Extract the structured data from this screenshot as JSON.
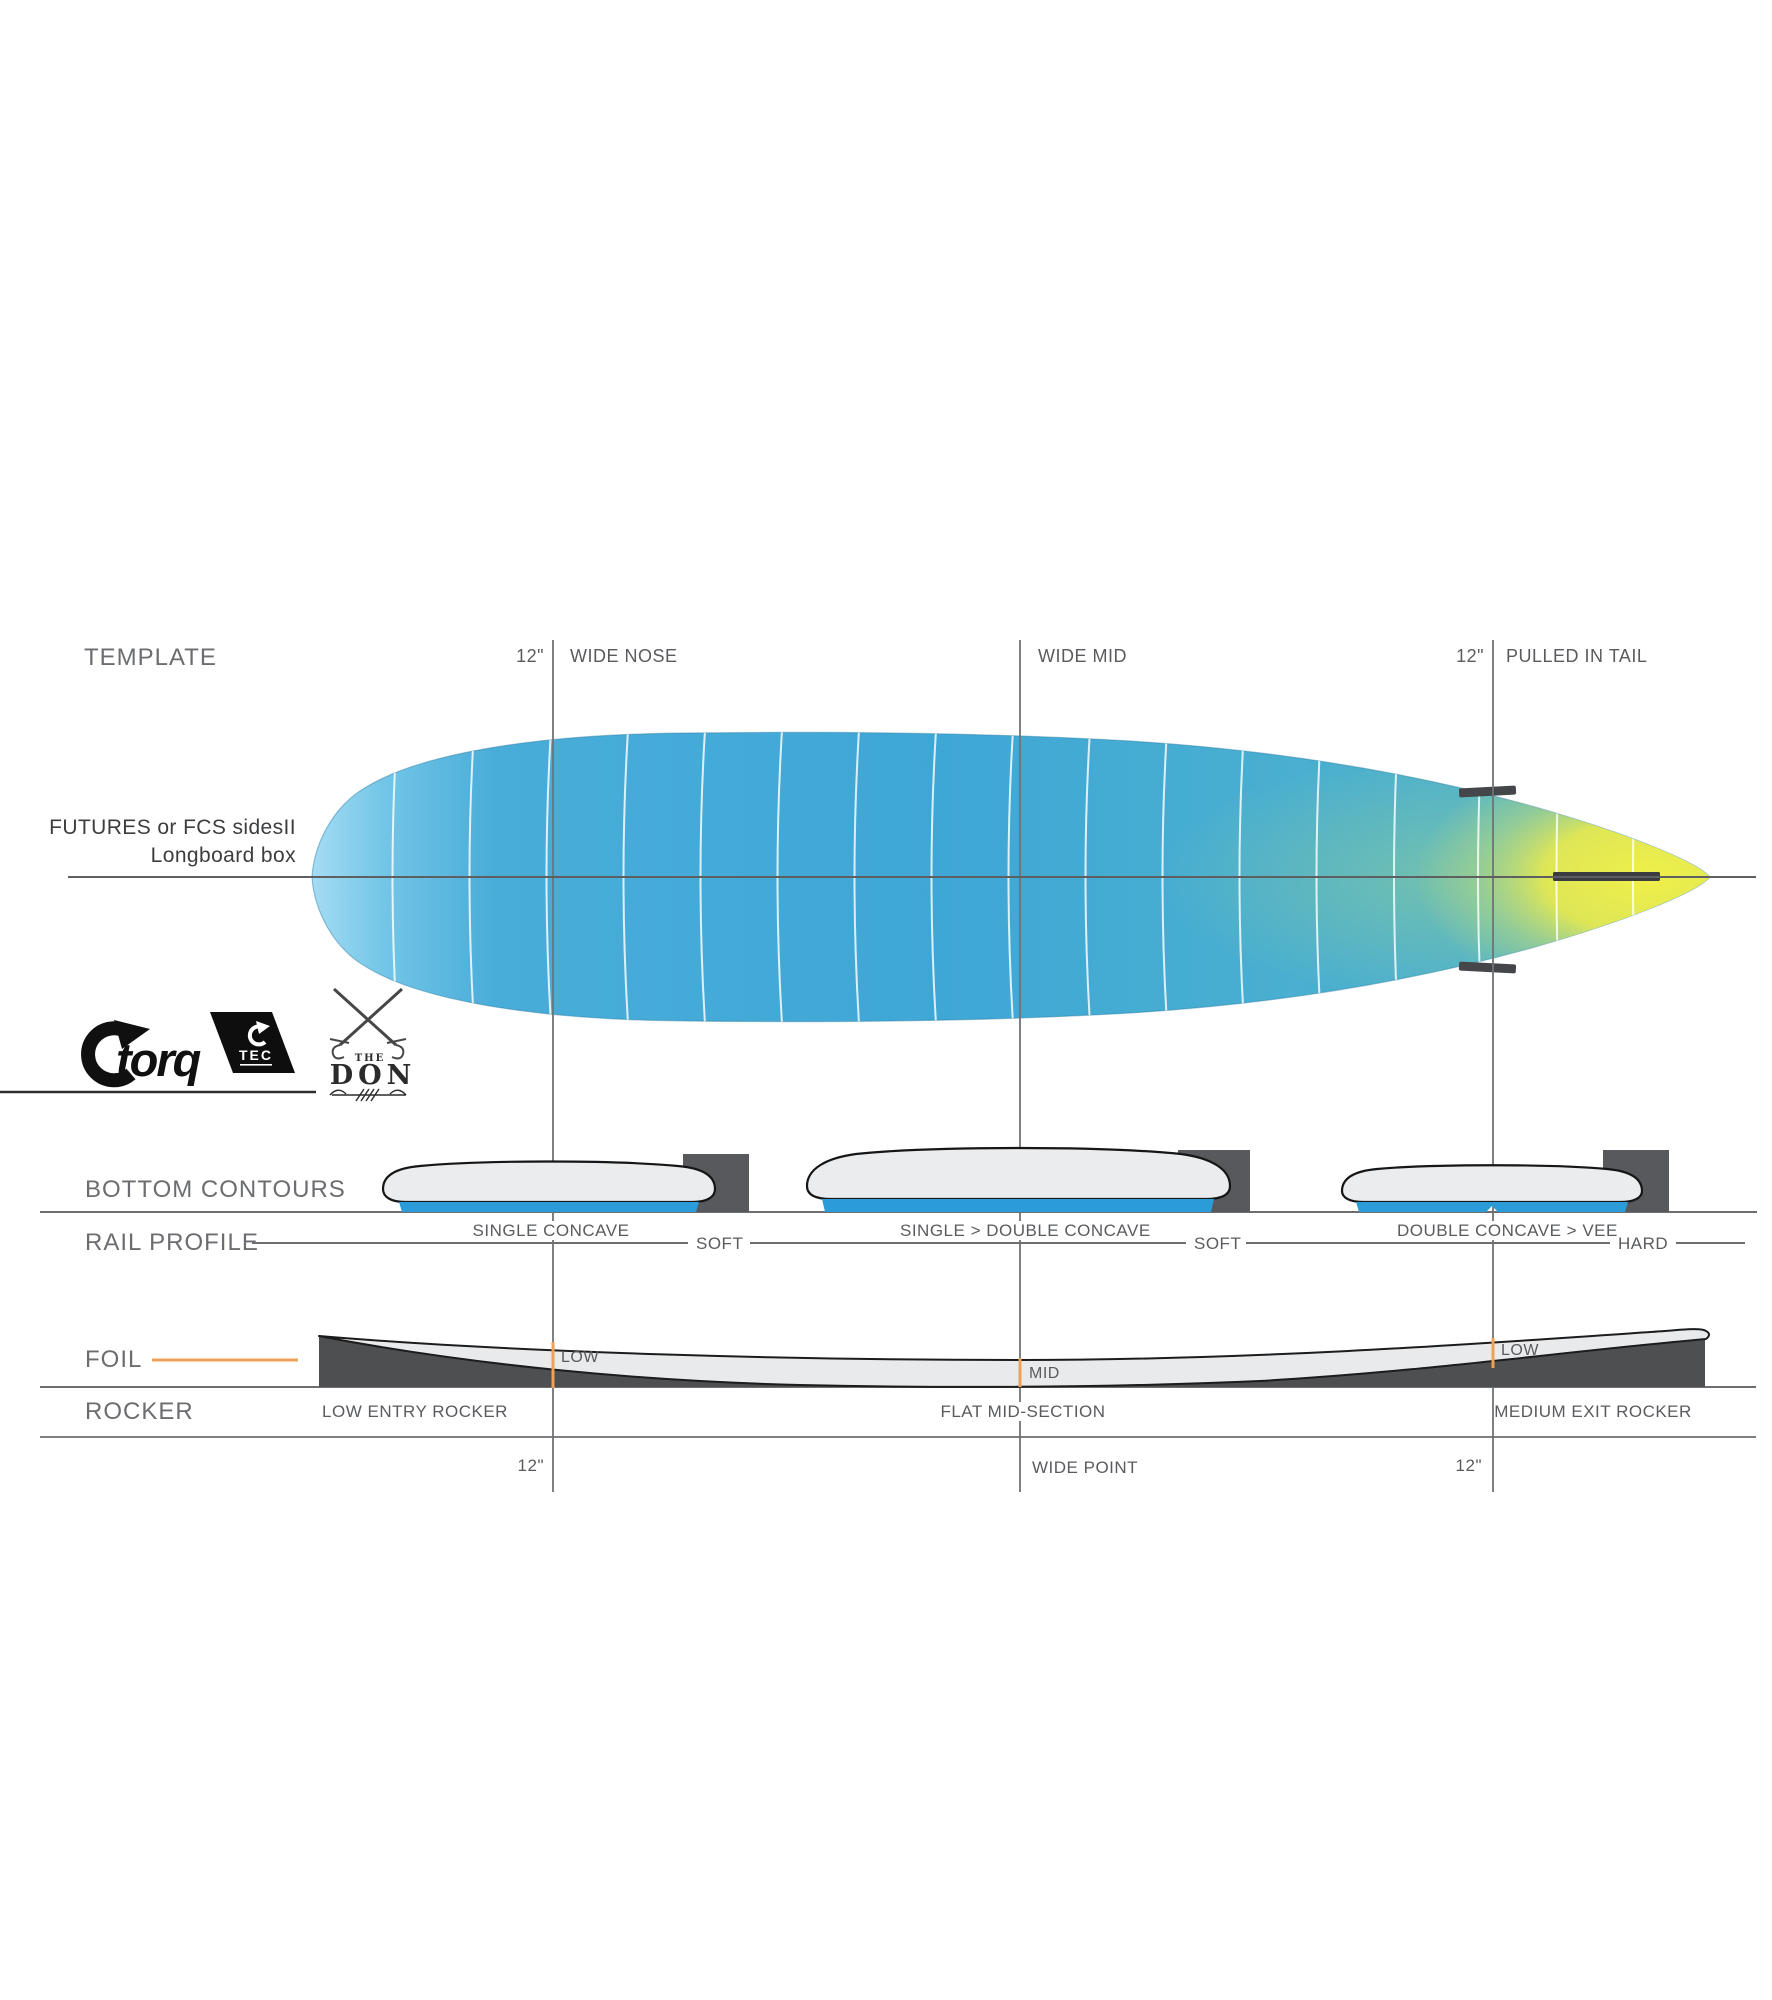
{
  "template": {
    "title": "TEMPLATE",
    "nose_dim": "12\"",
    "nose_label": "WIDE NOSE",
    "mid_label": "WIDE MID",
    "tail_dim": "12\"",
    "tail_label": "PULLED IN TAIL",
    "fin_note_line1": "FUTURES or FCS  sidesII",
    "fin_note_line2": "Longboard box"
  },
  "logos": {
    "torq_text": "torq",
    "tec_text": "TEC",
    "don_the": "THE",
    "don_text": "DON"
  },
  "bottom_contours": {
    "title": "BOTTOM  CONTOURS",
    "labels": [
      "SINGLE CONCAVE",
      "SINGLE > DOUBLE CONCAVE",
      "DOUBLE CONCAVE > VEE"
    ]
  },
  "rail_profile": {
    "title": "RAIL PROFILE",
    "labels": [
      "SOFT",
      "SOFT",
      "HARD"
    ]
  },
  "foil": {
    "title": "FOIL",
    "markers": [
      "LOW",
      "MID",
      "LOW"
    ]
  },
  "rocker": {
    "title": "ROCKER",
    "labels": [
      "LOW ENTRY ROCKER",
      "FLAT MID-SECTION",
      "MEDIUM EXIT ROCKER"
    ]
  },
  "footer": {
    "nose_dim": "12\"",
    "wide_point": "WIDE POINT",
    "tail_dim": "12\""
  },
  "colors": {
    "accent_orange": "#eda25b",
    "board_blue": "#3fa7d6",
    "board_yellow": "#eeee4b",
    "concave_blue": "#2b9cd8"
  }
}
